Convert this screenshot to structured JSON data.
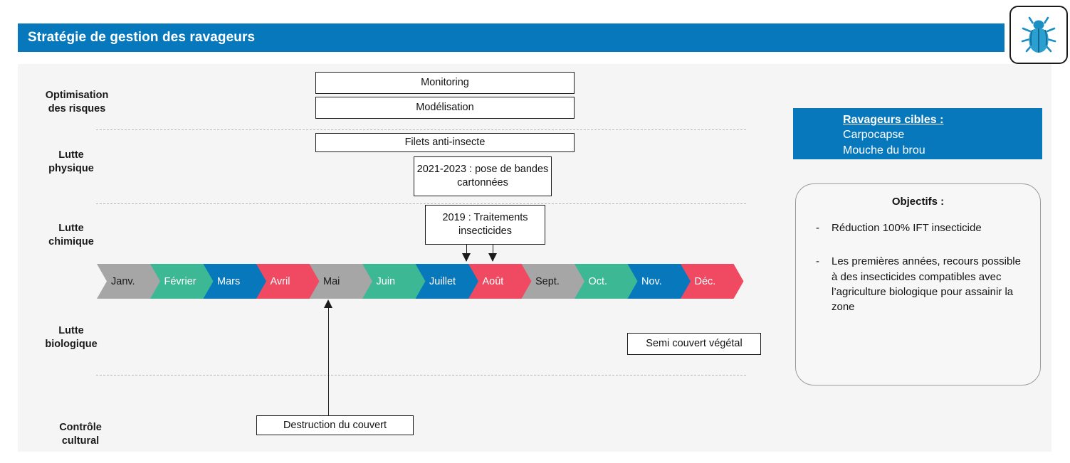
{
  "header": {
    "title": "Stratégie de gestion des ravageurs",
    "bar_color": "#0878bd",
    "logo_icon": "beetle-icon"
  },
  "rows": [
    {
      "key": "optimisation",
      "label": "Optimisation\ndes risques"
    },
    {
      "key": "physique",
      "label": "Lutte\nphysique"
    },
    {
      "key": "chimique",
      "label": "Lutte\nchimique"
    },
    {
      "key": "biologique",
      "label": "Lutte\nbiologique"
    },
    {
      "key": "cultural",
      "label": "Contrôle\ncultural"
    }
  ],
  "row_labels": {
    "optimisation": "Optimisation\ndes risques",
    "physique": "Lutte\nphysique",
    "chimique": "Lutte\nchimique",
    "biologique": "Lutte\nbiologique",
    "cultural": "Contrôle\ncultural"
  },
  "boxes": {
    "monitoring": "Monitoring",
    "modelisation": "Modélisation",
    "filets": "Filets anti-insecte",
    "bandes": "2021-2023 : pose de bandes cartonnées",
    "traitements": "2019 : Traitements insecticides",
    "semi_couvert": "Semi couvert végétal",
    "destruction": "Destruction du couvert"
  },
  "chart_data": {
    "type": "table",
    "title": "Calendrier mensuel des interventions",
    "categories": [
      "Janv.",
      "Février",
      "Mars",
      "Avril",
      "Mai",
      "Juin",
      "Juillet",
      "Août",
      "Sept.",
      "Oct.",
      "Nov.",
      "Déc."
    ],
    "colors": [
      "#a6a6a6",
      "#3cb894",
      "#0878bd",
      "#ef4a62",
      "#a6a6a6",
      "#3cb894",
      "#0878bd",
      "#ef4a62",
      "#a6a6a6",
      "#3cb894",
      "#0878bd",
      "#ef4a62"
    ],
    "text_colors": [
      "#1a1a1a",
      "#ffffff",
      "#ffffff",
      "#ffffff",
      "#1a1a1a",
      "#ffffff",
      "#ffffff",
      "#ffffff",
      "#1a1a1a",
      "#ffffff",
      "#ffffff",
      "#ffffff"
    ],
    "annotations": [
      {
        "label": "2019 : Traitements insecticides",
        "points_to": [
          "Juillet",
          "Août"
        ],
        "direction": "down"
      },
      {
        "label": "Destruction du couvert",
        "points_to": [
          "Mai"
        ],
        "direction": "up"
      }
    ]
  },
  "timeline": {
    "months": [
      {
        "name": "Janv.",
        "color": "#a6a6a6",
        "text": "#1a1a1a"
      },
      {
        "name": "Février",
        "color": "#3cb894",
        "text": "#ffffff"
      },
      {
        "name": "Mars",
        "color": "#0878bd",
        "text": "#ffffff"
      },
      {
        "name": "Avril",
        "color": "#ef4a62",
        "text": "#ffffff"
      },
      {
        "name": "Mai",
        "color": "#a6a6a6",
        "text": "#1a1a1a"
      },
      {
        "name": "Juin",
        "color": "#3cb894",
        "text": "#ffffff"
      },
      {
        "name": "Juillet",
        "color": "#0878bd",
        "text": "#ffffff"
      },
      {
        "name": "Août",
        "color": "#ef4a62",
        "text": "#ffffff"
      },
      {
        "name": "Sept.",
        "color": "#a6a6a6",
        "text": "#1a1a1a"
      },
      {
        "name": "Oct.",
        "color": "#3cb894",
        "text": "#ffffff"
      },
      {
        "name": "Nov.",
        "color": "#0878bd",
        "text": "#ffffff"
      },
      {
        "name": "Déc.",
        "color": "#ef4a62",
        "text": "#ffffff"
      }
    ]
  },
  "ravageurs": {
    "title": "Ravageurs cibles :",
    "items": [
      "Carpocapse",
      "Mouche du brou"
    ],
    "bg_color": "#0878bd"
  },
  "objectifs": {
    "title": "Objectifs :",
    "bullet": "-",
    "items": [
      "Réduction 100% IFT insecticide",
      " Les premières années, recours possible à des insecticides compatibles avec l’agriculture biologique pour assainir la zone"
    ]
  }
}
